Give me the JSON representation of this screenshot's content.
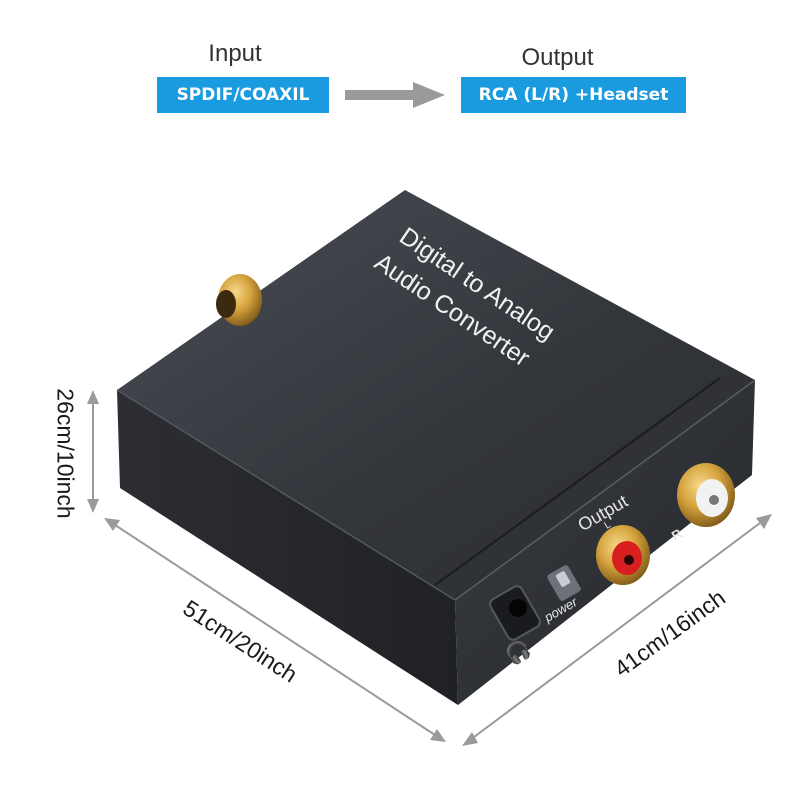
{
  "signal_flow": {
    "input_caption": "Input",
    "input_badge": "SPDIF/COAXIL",
    "output_caption": "Output",
    "output_badge": "RCA (L/R) +Headset",
    "badge_color": "#1a9be0",
    "arrow_color": "#9a9a9a"
  },
  "device": {
    "title_line1": "Digital to Analog",
    "title_line2": "Audio Converter",
    "output_label": "Output",
    "left_marking": "L",
    "right_marking": "R",
    "power_label": "power",
    "headphone_icon": "headphone-icon",
    "body_color": "#2e3136",
    "connector_color": "#d4a23c"
  },
  "dimensions": {
    "height": "26cm/10inch",
    "length": "51cm/20inch",
    "depth": "41cm/16inch"
  }
}
